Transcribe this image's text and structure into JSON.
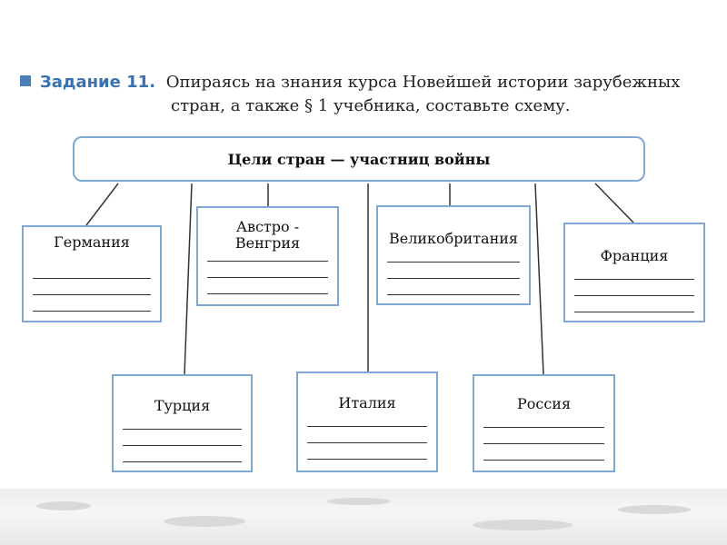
{
  "task": {
    "label": "Задание 11.",
    "line1": "Опираясь на знания курса Новейшей истории зарубежных",
    "line2": "стран, а также § 1 учебника, составьте схему."
  },
  "diagram": {
    "header": "Цели стран — участниц войны",
    "countries": {
      "germany": "Германия",
      "austria_line1": "Австро -",
      "austria_line2": "Венгрия",
      "britain": "Великобритания",
      "france": "Франция",
      "turkey": "Турция",
      "italy": "Италия",
      "russia": "Россия"
    }
  },
  "colors": {
    "box_border": "#7fa8d2",
    "task_label": "#3a72b0"
  }
}
